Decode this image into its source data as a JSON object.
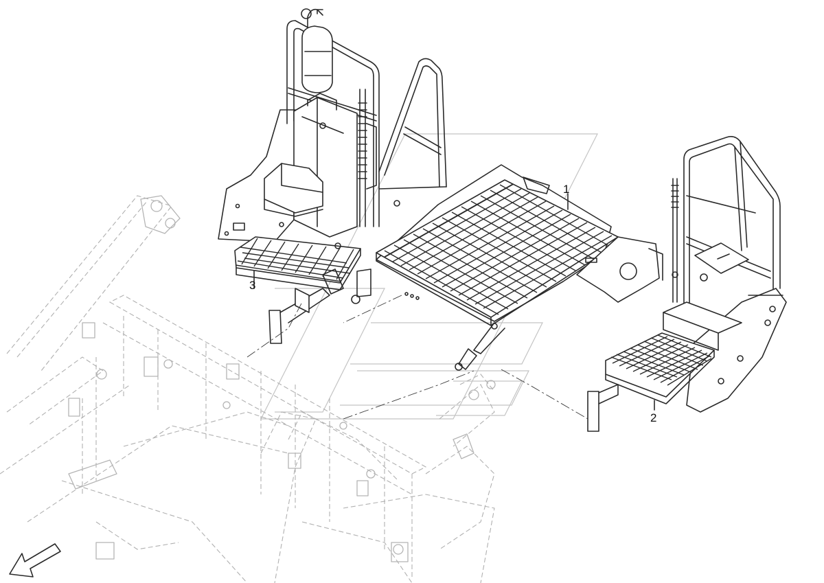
{
  "diagram": {
    "type": "exploded parts view",
    "callouts": [
      {
        "id": "1",
        "label": "1"
      },
      {
        "id": "2",
        "label": "2"
      },
      {
        "id": "3",
        "label": "3"
      }
    ],
    "direction_arrow": "front-arrow-icon",
    "colors": {
      "line": "#2a2a2a",
      "frame_ghost": "#b4b4b4",
      "background": "#ffffff"
    }
  }
}
